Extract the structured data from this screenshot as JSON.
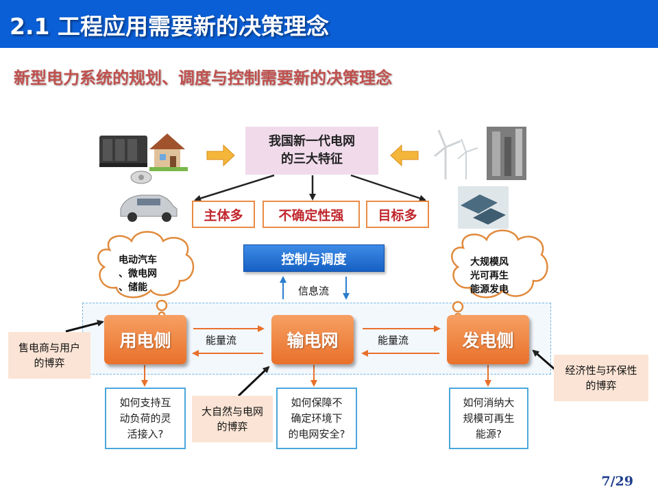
{
  "header": {
    "title": "2.1 工程应用需要新的决策理念"
  },
  "subtitle": "新型电力系统的规划、调度与控制需要新的决策理念",
  "center_box": "我国新一代电网\n的三大特征",
  "features": [
    "主体多",
    "不确定性强",
    "目标多"
  ],
  "control_box": "控制与调度",
  "info_flow": "信息流",
  "nodes": {
    "consumer": "用电侧",
    "grid": "输电网",
    "generator": "发电侧"
  },
  "energy_flow": "能量流",
  "clouds": {
    "left": "电动汽车\n、微电网\n、储能",
    "right": "大规模风\n光可再生\n能源发电"
  },
  "questions": {
    "consumer": "如何支持互\n动负荷的灵\n活接入?",
    "grid": "如何保障不\n确定环境下\n的电网安全?",
    "generator": "如何消纳大\n规模可再生\n能源?"
  },
  "games": {
    "seller_user": "售电商与用户\n的博弈",
    "nature_grid": "大自然与电网\n的博弈",
    "econ_env": "经济性与环保性\n的博弈"
  },
  "page_number": "7/29",
  "icons": [
    "battery-pack-icon",
    "house-icon",
    "smart-meter-icon",
    "electric-car-icon",
    "wind-turbine-icon",
    "power-plant-icon",
    "solar-farm-icon"
  ],
  "colors": {
    "header": "#0b5fd6",
    "subtitle": "#c0504d",
    "node": "#ef8a45",
    "feature_text": "#c0272d",
    "question_border": "#4aa6dc"
  }
}
